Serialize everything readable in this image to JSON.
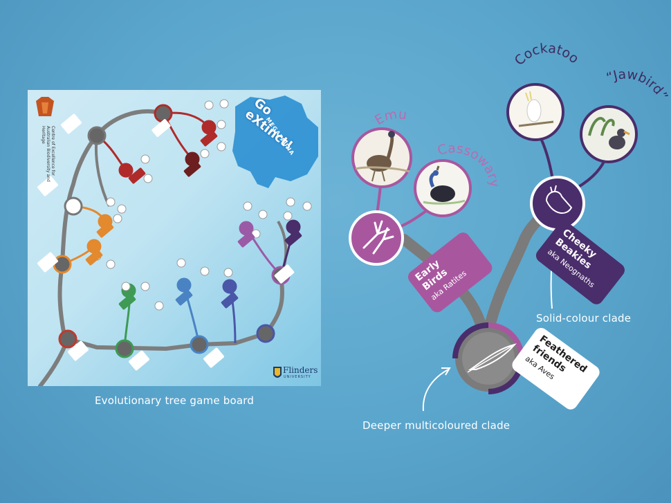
{
  "board": {
    "caption": "Evolutionary tree game board",
    "logo_text": "Centre of Excellence for Australian Biodiversity and Heritage",
    "title_go": "Go",
    "title_extinct": "eXtinct!",
    "title_sub": "MEGAFAUNA",
    "university_name": "Flinders",
    "university_sub": "UNIVERSITY"
  },
  "diagram": {
    "species": {
      "emu": "Emu",
      "cassowary": "Cassowary",
      "cockatoo": "Cockatoo",
      "jawbird": "“Jawbird”"
    },
    "clades": {
      "early_birds": {
        "title": [
          "Early",
          "Birds"
        ],
        "aka": "aka Ratites"
      },
      "cheeky_beakies": {
        "title": [
          "Cheeky",
          "Beakies"
        ],
        "aka": "aka Neognaths"
      },
      "feathered_friends": {
        "title": [
          "Feathered",
          "friends"
        ],
        "aka": "aka Aves"
      }
    },
    "annotations": {
      "solid": "Solid-colour clade",
      "deeper": "Deeper multicoloured clade"
    },
    "colors": {
      "ratite_purple": "#a8579f",
      "neognath_purple": "#4a2d6b",
      "trunk_grey": "#7b7b7b",
      "emu_text": "#b86cb0",
      "cockatoo_text": "#3f2b5e"
    }
  }
}
